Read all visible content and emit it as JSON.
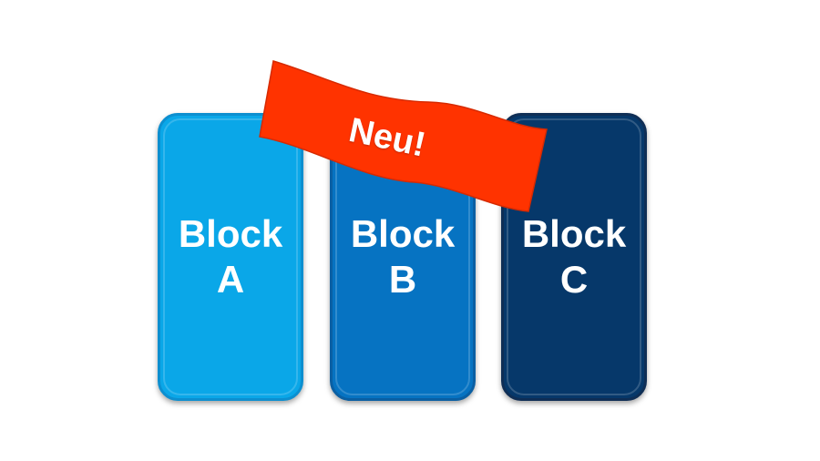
{
  "blocks": [
    {
      "line1": "Block",
      "line2": "A",
      "color": "#0AA7E8",
      "border": "#0C8FD0"
    },
    {
      "line1": "Block",
      "line2": "B",
      "color": "#0673C2",
      "border": "#0A5FA3"
    },
    {
      "line1": "Block",
      "line2": "C",
      "color": "#06386A",
      "border": "#0F2E55"
    }
  ],
  "banner": {
    "label": "Neu!",
    "color": "#FF3300",
    "edge": "#D62A00"
  }
}
